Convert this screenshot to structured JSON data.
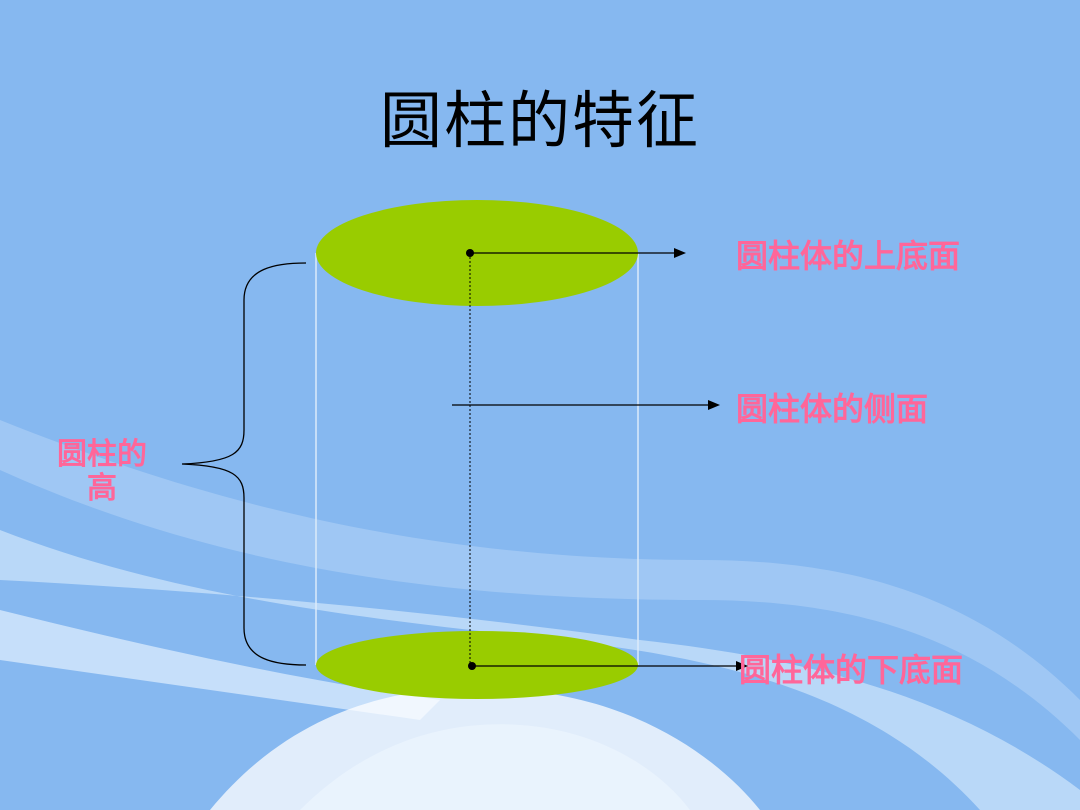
{
  "slide": {
    "title": "圆柱的特征",
    "colors": {
      "background": "#86B8F0",
      "swoosh": "#B9D8F7",
      "base_fill": "#99CC00",
      "label": "#FF6699",
      "line": "#000000"
    }
  },
  "diagram": {
    "labels": {
      "top_base": "圆柱体的上底面",
      "lateral_surface": "圆柱体的侧面",
      "bottom_base": "圆柱体的下底面",
      "height_line1": "圆柱的",
      "height_line2": "高"
    }
  }
}
